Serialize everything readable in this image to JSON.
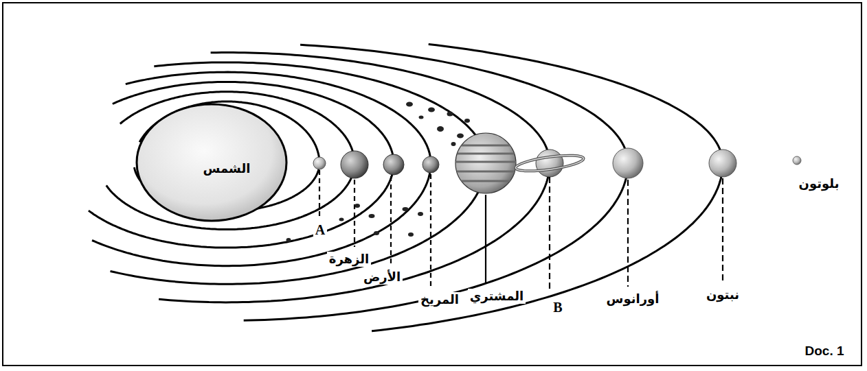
{
  "diagram": {
    "nodes": [
      {
        "text": [
          "الشمس"
        ]
      }
    ],
    "labels": [
      "A",
      "الزهرة",
      "الأرض",
      "المريخ",
      "المشتري",
      "B",
      "أورانوس",
      "نبتون",
      "بلوتون",
      "Doc. 1"
    ]
  }
}
